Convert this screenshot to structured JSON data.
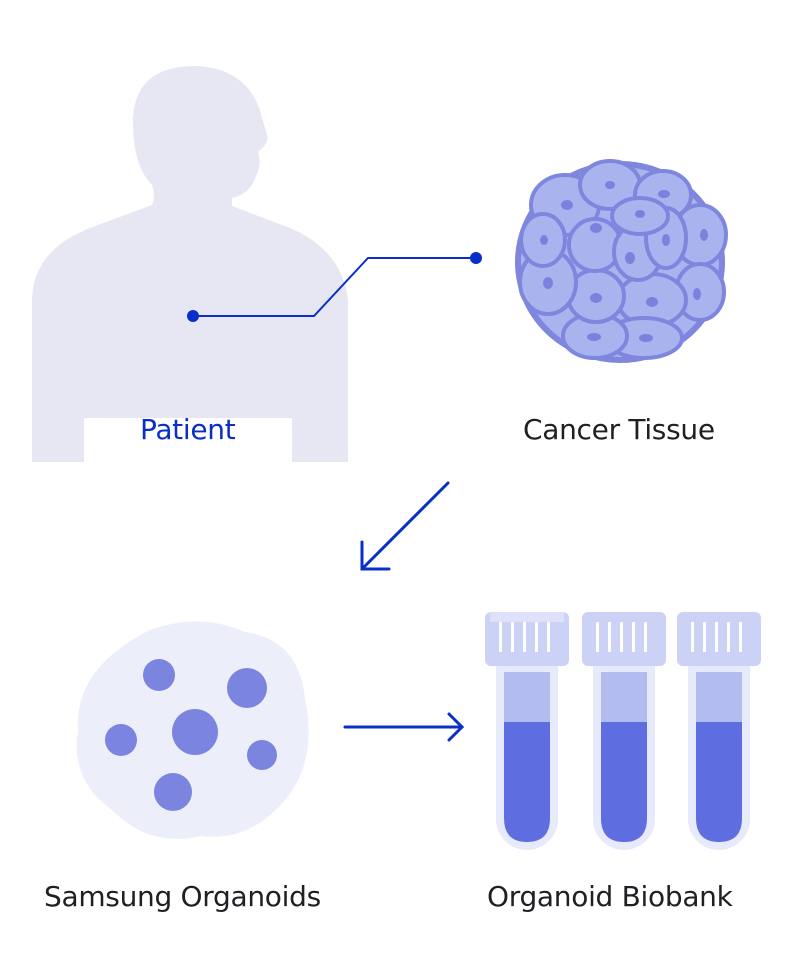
{
  "labels": {
    "patient": "Patient",
    "cancer_tissue": "Cancer Tissue",
    "organoids": "Samsung Organoids",
    "biobank": "Organoid Biobank"
  },
  "colors": {
    "accent": "#0a2fc8",
    "text": "#1f1f24",
    "silhouette": "#e6e7f3",
    "cell_fill": "#a9b4ee",
    "cell_stroke": "#7e86de",
    "nucleus": "#7a82dd",
    "organoid_blob": "#eceefa",
    "organoid_dot": "#7b84df",
    "tube_cap": "#ccd2f5",
    "tube_body": "#e7eafa",
    "tube_upper_liquid": "#b3bcef",
    "tube_lower_liquid": "#5e6de0"
  }
}
